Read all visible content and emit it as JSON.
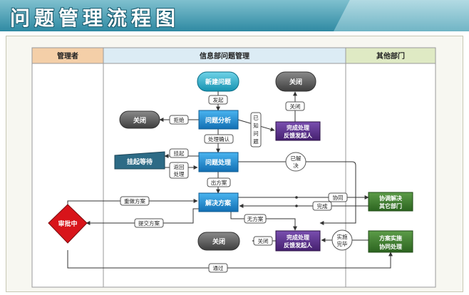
{
  "title": "问题管理流程图",
  "lanes": {
    "manager": "管理者",
    "info": "信息部问题管理",
    "other": "其他部门"
  },
  "nodes": {
    "new_issue": "新建问题",
    "close_top": "关闭",
    "analysis": "问题分析",
    "close_left": "关闭",
    "feedback1_line1": "完成处理",
    "feedback1_line2": "反馈发起人",
    "hang_wait": "挂起等待",
    "processing": "问题处理",
    "solution": "解决方案",
    "approval": "审批中",
    "coop_line1": "协调解决",
    "coop_line2": "其它部门",
    "impl_line1": "方案实施",
    "impl_line2": "协同处理",
    "feedback2_line1": "完成处理",
    "feedback2_line2": "反馈发起人",
    "close_bottom": "关闭"
  },
  "labels": {
    "initiate": "发起",
    "reject": "拒绝",
    "known_line1": "已",
    "known_line2": "知",
    "known_line3": "问",
    "known_line4": "题",
    "close_arrow": "关闭",
    "process_confirm": "处理确认",
    "hang": "挂起",
    "return_line1": "返回",
    "return_line2": "处理",
    "solved_line1": "已解",
    "solved_line2": "决",
    "make_plan": "出方案",
    "redo_plan": "重做方案",
    "coordinate": "协同",
    "complete": "完成",
    "submit_plan": "提交方案",
    "no_plan": "无方案",
    "impl_done_line1": "实施",
    "impl_done_line2": "完毕",
    "close_arrow2": "关闭",
    "pass": "通过"
  },
  "colors": {
    "teal_node": "#1aa6c6",
    "blue_node": "#1b8fd6",
    "purple_node": "#5b2f8e",
    "green_node": "#3a7d2c",
    "approval_red": "#d8141a",
    "gray_node": "#5d5d5d"
  }
}
